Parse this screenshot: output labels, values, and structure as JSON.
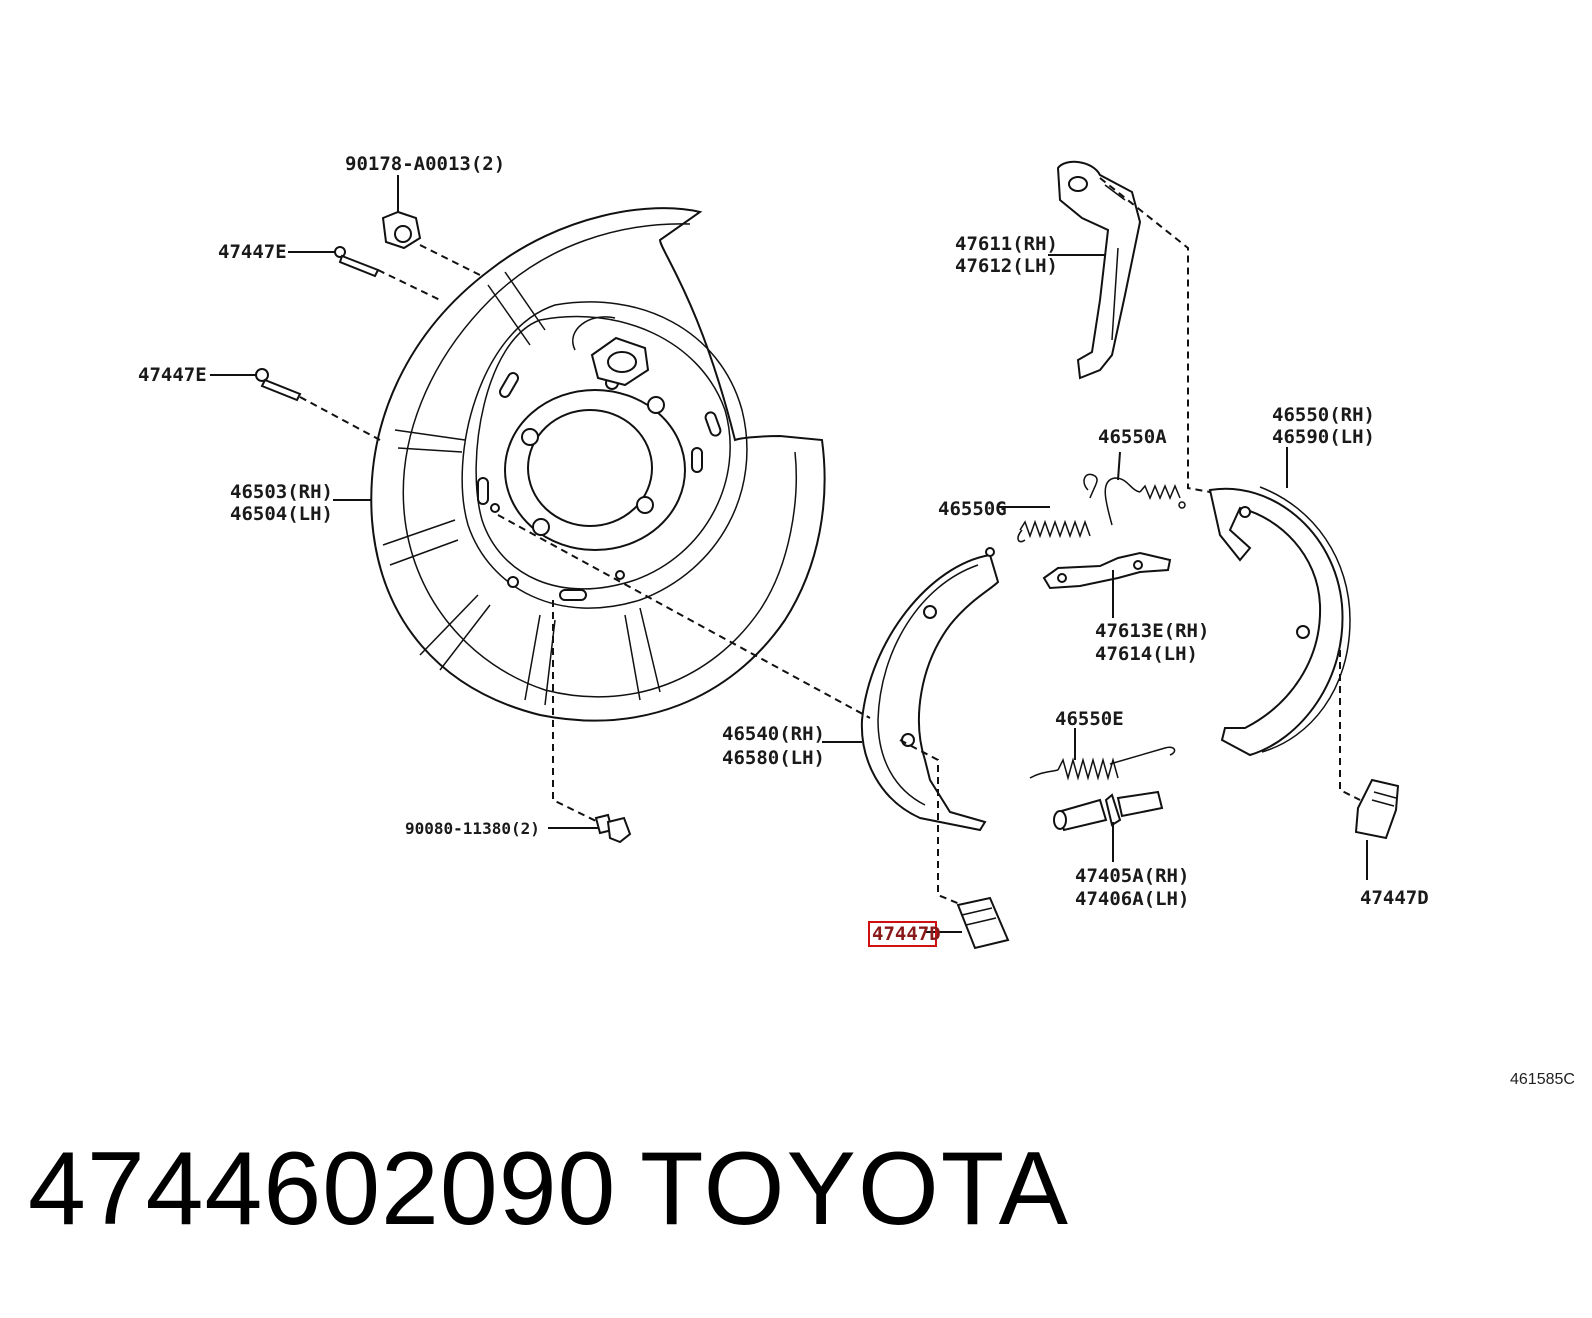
{
  "labels": {
    "bolt_top": "90178-A0013(2)",
    "plug_upper": "47447E",
    "plug_lower": "47447E",
    "backing_plate_rh": "46503(RH)",
    "backing_plate_lh": "46504(LH)",
    "bolt_bottom": "90080-11380(2)",
    "lever_rh": "47611(RH)",
    "lever_lh": "47612(LH)",
    "spring_a": "46550A",
    "spring_g": "46550G",
    "strut_rh": "47613E(RH)",
    "strut_lh": "47614(LH)",
    "shoe_right_rh": "46550(RH)",
    "shoe_right_lh": "46590(LH)",
    "shoe_left_rh": "46540(RH)",
    "shoe_left_lh": "46580(LH)",
    "spring_e": "46550E",
    "adjuster_rh": "47405A(RH)",
    "adjuster_lh": "47406A(LH)",
    "clip_right": "47447D",
    "clip_left_highlighted": "47447D"
  },
  "diagram_ref": "461585C",
  "part_number": "4744602090",
  "brand": "TOYOTA",
  "highlight_color": "#d01010"
}
